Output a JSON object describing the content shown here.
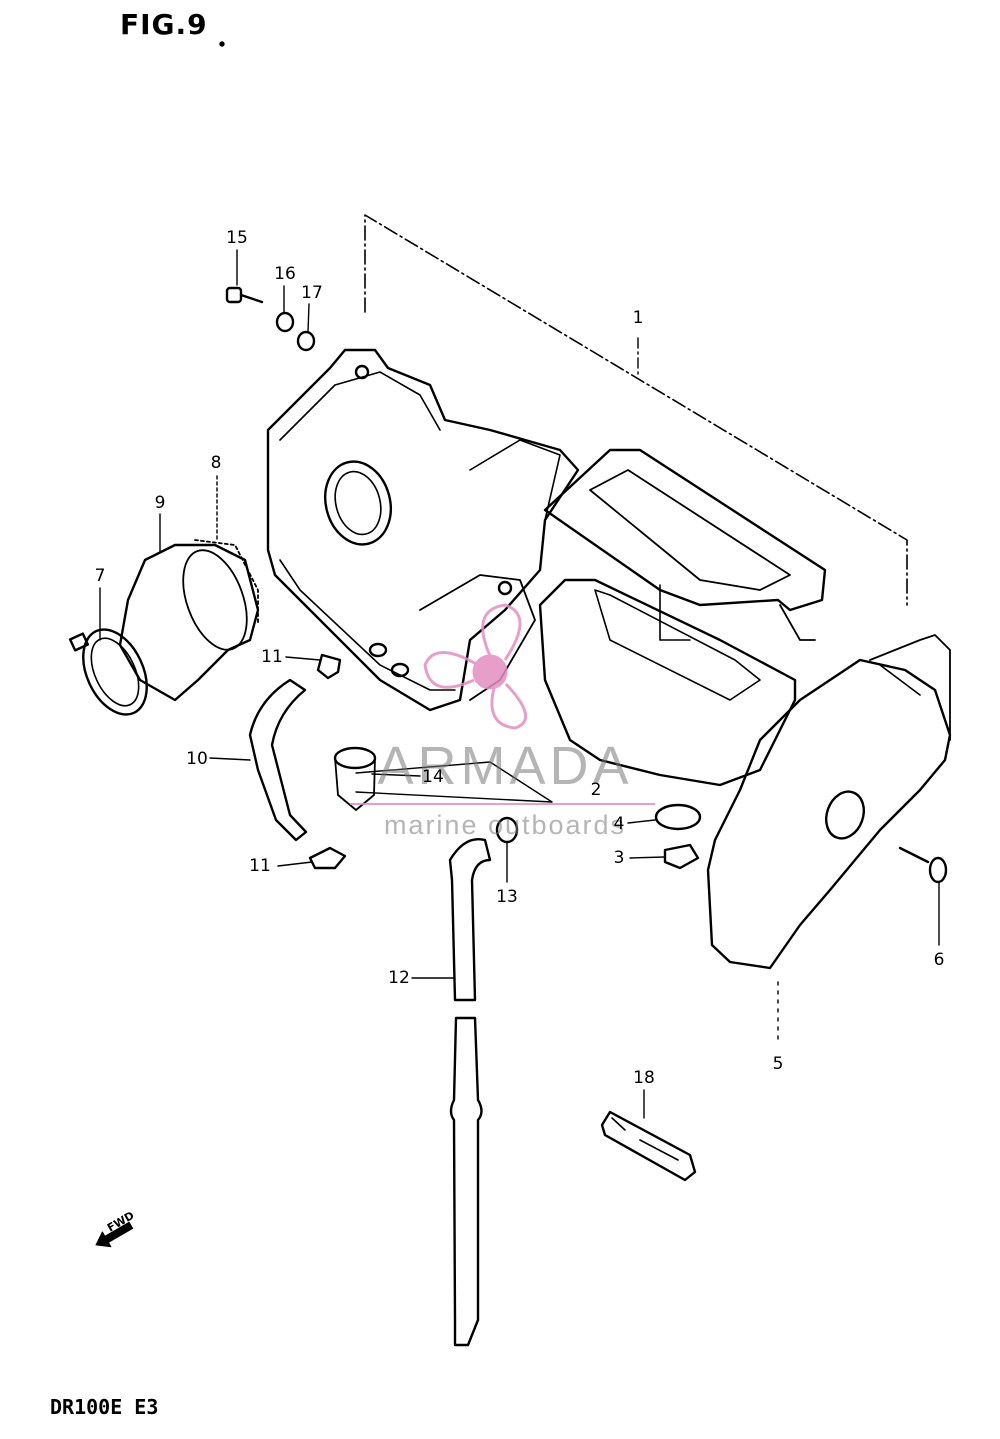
{
  "figure": {
    "title": "FIG.9",
    "model": "DR100E E3"
  },
  "watermark": {
    "brand": "ARMADA",
    "tagline": "marine outboards",
    "accent_color": "#e38fc0"
  },
  "direction_marker": {
    "label": "FWD",
    "icon": "forward-arrow-icon"
  },
  "callouts": [
    {
      "id": "1",
      "label": "1"
    },
    {
      "id": "2",
      "label": "2"
    },
    {
      "id": "3",
      "label": "3"
    },
    {
      "id": "4",
      "label": "4"
    },
    {
      "id": "5",
      "label": "5"
    },
    {
      "id": "6",
      "label": "6"
    },
    {
      "id": "7",
      "label": "7"
    },
    {
      "id": "8",
      "label": "8"
    },
    {
      "id": "9",
      "label": "9"
    },
    {
      "id": "10",
      "label": "10"
    },
    {
      "id": "11a",
      "label": "11"
    },
    {
      "id": "11b",
      "label": "11"
    },
    {
      "id": "12",
      "label": "12"
    },
    {
      "id": "13",
      "label": "13"
    },
    {
      "id": "14",
      "label": "14"
    },
    {
      "id": "15",
      "label": "15"
    },
    {
      "id": "16",
      "label": "16"
    },
    {
      "id": "17",
      "label": "17"
    },
    {
      "id": "18",
      "label": "18"
    }
  ]
}
